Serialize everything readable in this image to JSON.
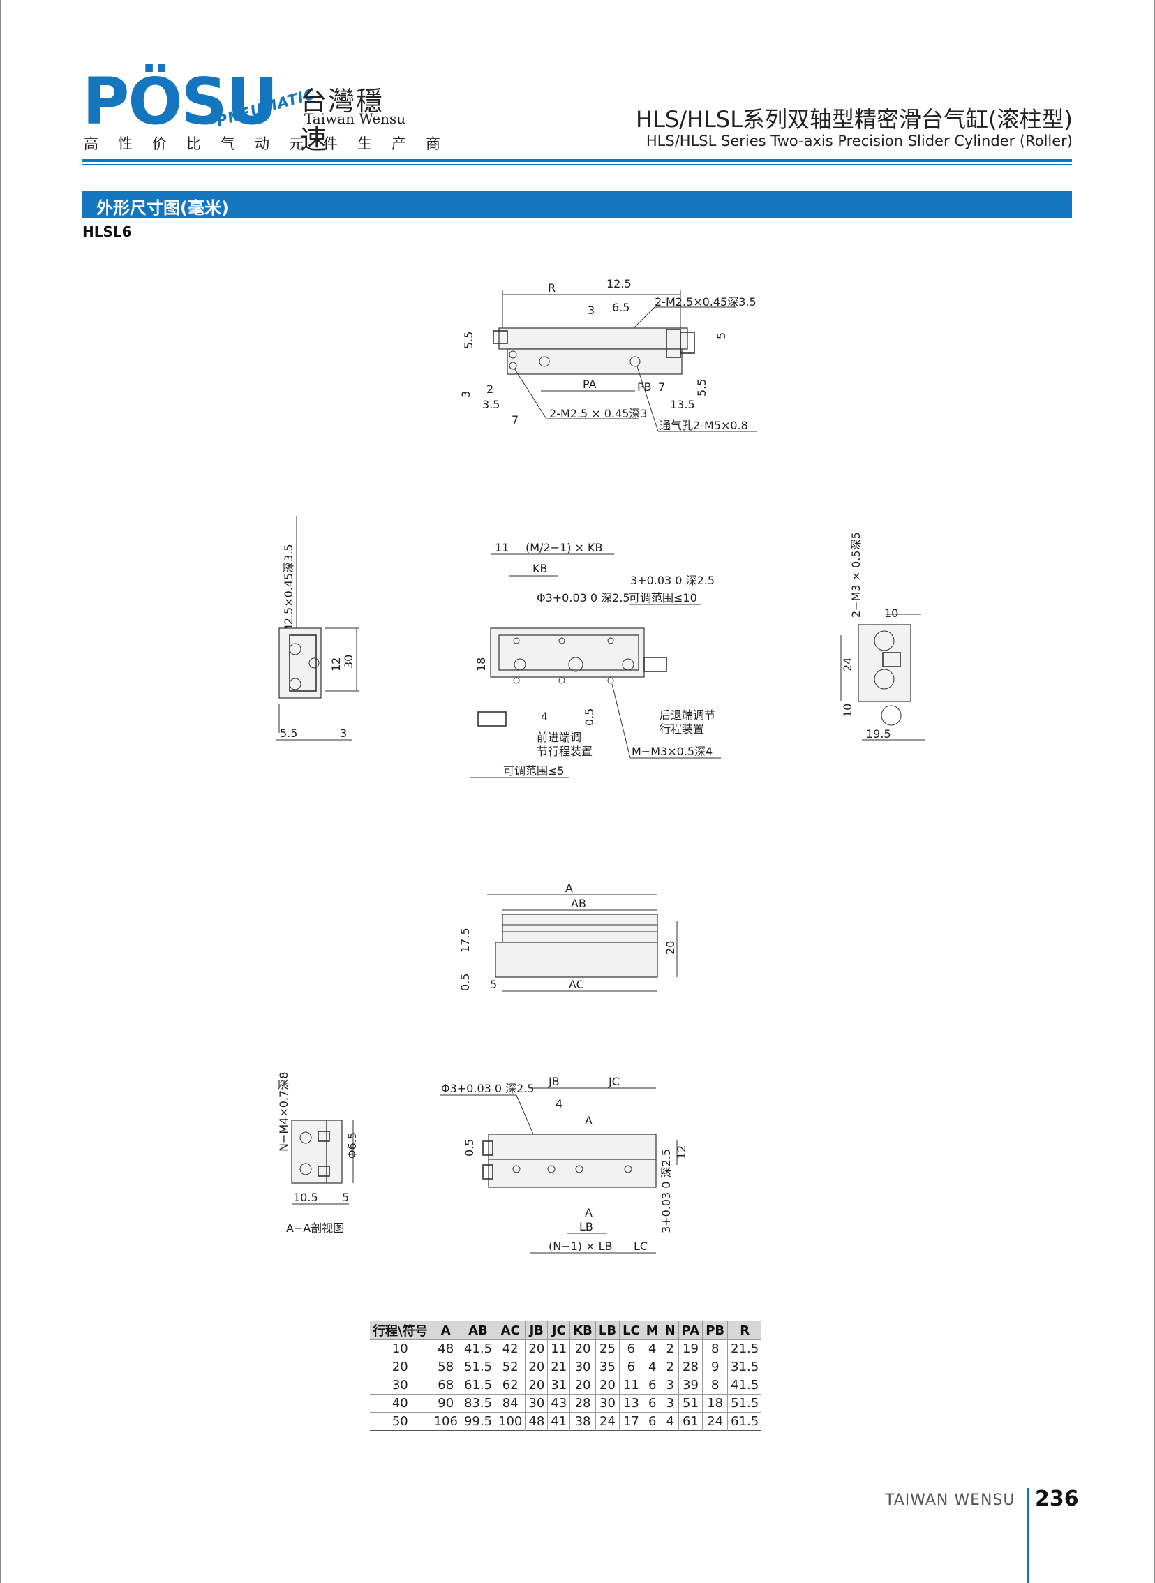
{
  "header": {
    "logo_text": "PÖSU",
    "logo_pneumatic": "PNEUMATIC",
    "brand_cn": "台灣穩速",
    "brand_en": "Taiwan Wensu",
    "slogan": "高性价比气动元件生产商",
    "title_cn": "HLS/HLSL系列双轴型精密滑台气缸(滚柱型)",
    "title_en": "HLS/HLSL Series Two-axis Precision Slider Cylinder (Roller)"
  },
  "section": {
    "title": "外形尺寸图(毫米)",
    "model": "HLSL6"
  },
  "drawing_labels": {
    "top": {
      "r": "R",
      "d12_5": "12.5",
      "d3": "3",
      "d6_5": "6.5",
      "thread_top": "2-M2.5×0.45深3.5",
      "d5_5_left": "5.5",
      "d5_right": "5",
      "d3_left": "3",
      "d2": "2",
      "pa": "PA",
      "pb": "PB",
      "d7_right": "7",
      "d5_5_right": "5.5",
      "d3_5": "3.5",
      "d7_bottom": "7",
      "d13_5": "13.5",
      "thread_bottom": "2-M2.5 × 0.45深3",
      "air_port": "通气孔2-M5×0.8"
    },
    "left": {
      "thread": "4-M2.5×0.45深3.5",
      "d30": "30",
      "d12": "12",
      "d5_5": "5.5",
      "d3": "3"
    },
    "center": {
      "d11": "11",
      "mkb": "(M/2−1) × KB",
      "kb": "KB",
      "phi3": "Φ3+0.03 0 深2.5",
      "d3tol": "3+0.03 0 深2.5",
      "adj_range_10": "可调范围≤10",
      "d18": "18",
      "d4": "4",
      "d0_5": "0.5",
      "rear_adj_1": "后退端调节",
      "rear_adj_2": "行程装置",
      "front_adj_1": "前进端调",
      "front_adj_2": "节行程装置",
      "thread_m": "M−M3×0.5深4",
      "adj_range_5": "可调范围≤5"
    },
    "right": {
      "thread": "2−M3 × 0.5深5",
      "d10_top": "10",
      "d24": "24",
      "d10_left": "10",
      "d19_5": "19.5"
    },
    "middle": {
      "a": "A",
      "ab": "AB",
      "d17_5": "17.5",
      "d20": "20",
      "d0_5": "0.5",
      "d5": "5",
      "ac": "AC"
    },
    "section_view": {
      "thread": "N−M4×0.7深8",
      "d6_5": "Φ6.5",
      "d10_5": "10.5",
      "d5": "5",
      "caption": "A−A剖视图"
    },
    "bottom": {
      "phi3": "Φ3+0.03 0 深2.5",
      "jb": "JB",
      "jc": "JC",
      "d4": "4",
      "a_top": "A",
      "d0_5": "0.5",
      "d12": "12",
      "d3tol": "3+0.03 0 深2.5",
      "a_bottom": "A",
      "lb": "LB",
      "nlb": "(N−1) × LB",
      "lc": "LC"
    }
  },
  "spec_table": {
    "headers": [
      "行程\\符号",
      "A",
      "AB",
      "AC",
      "JB",
      "JC",
      "KB",
      "LB",
      "LC",
      "M",
      "N",
      "PA",
      "PB",
      "R"
    ],
    "rows": [
      [
        "10",
        "48",
        "41.5",
        "42",
        "20",
        "11",
        "20",
        "25",
        "6",
        "4",
        "2",
        "19",
        "8",
        "21.5"
      ],
      [
        "20",
        "58",
        "51.5",
        "52",
        "20",
        "21",
        "30",
        "35",
        "6",
        "4",
        "2",
        "28",
        "9",
        "31.5"
      ],
      [
        "30",
        "68",
        "61.5",
        "62",
        "20",
        "31",
        "20",
        "20",
        "11",
        "6",
        "3",
        "39",
        "8",
        "41.5"
      ],
      [
        "40",
        "90",
        "83.5",
        "84",
        "30",
        "43",
        "28",
        "30",
        "13",
        "6",
        "3",
        "51",
        "18",
        "51.5"
      ],
      [
        "50",
        "106",
        "99.5",
        "100",
        "48",
        "41",
        "38",
        "24",
        "17",
        "6",
        "4",
        "61",
        "24",
        "61.5"
      ]
    ]
  },
  "footer": {
    "brand": "TAIWAN WENSU",
    "page": "236"
  },
  "colors": {
    "accent": "#1576c0",
    "table_header_bg": "#d7d7d7"
  }
}
